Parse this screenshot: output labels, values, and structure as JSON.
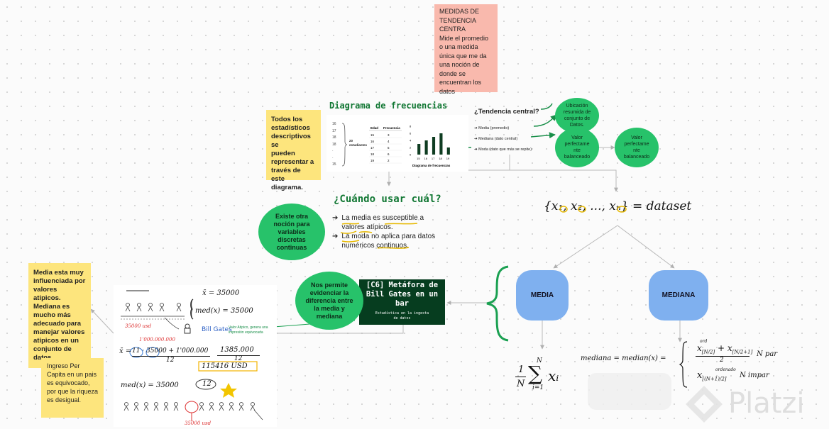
{
  "notes": {
    "medidas": "MEDIDAS DE\nTENDENCIA\nCENTRA\nMide el promedio\no una medida\núnica que me da\nuna noción de\ndonde se\nencuentran los\ndatos",
    "todos": "Todos los\nestadísticos\ndescriptivos se\npueden\nrepresentar a\ntravés de este\ndiagrama.",
    "media_info": "Media esta muy\ninfluenciada por\nvalores atipicos.\nMediana es\nmucho más\nadecuado para\nmanejar valores\natipicos en un\nconjunto de\ndatos.",
    "ingreso": "Ingreso Per\nCapita en un pais\nes equivocado,\npor que la riqueza\nes desigual."
  },
  "freq": {
    "title": "Diagrama de frecuencias",
    "estudiantes": "20\nestudiantes",
    "left_values": [
      "16",
      "17",
      "18",
      "18",
      "·",
      "·",
      "15"
    ],
    "table_headers": [
      "Edad",
      "Frecuencia"
    ],
    "table_rows": [
      [
        "15",
        "3"
      ],
      [
        "16",
        "4"
      ],
      [
        "17",
        "5"
      ],
      [
        "18",
        "6"
      ],
      [
        "19",
        "2"
      ]
    ],
    "y_ticks": [
      "8",
      "6",
      "4",
      "2",
      "0"
    ],
    "x_ticks": [
      "15",
      "16",
      "17",
      "18",
      "19"
    ],
    "bar_values": [
      3,
      4,
      5,
      6,
      2
    ],
    "chart_caption": "Diagrama de frecuencias"
  },
  "tendencia": {
    "question": "¿Tendencia central?",
    "items": [
      "Media (promedio)",
      "Mediana (dato central)",
      "Moda (dato que más se repite)"
    ]
  },
  "circles": {
    "ubicacion": "Ubicación\nresumida de\nconjunto de\nDatos.",
    "valor1": "Valor\nperfectame\nnte\nbalanceado",
    "valor2": "Valor\nperfectame\nnte\nbalanceado",
    "existe": "Existe otra\nnoción para\nvariables\ndiscretas\ncontinuas",
    "nos": "Nos permite\nevidenciar la\ndiferencia entre\nla media y\nmediana"
  },
  "cuando": {
    "title": "¿Cuándo usar cuál?",
    "bullets": [
      "La media es susceptible a valores atípicos.",
      "La moda no aplica para datos numéricos continuos."
    ]
  },
  "dataset": {
    "x1": "x₁",
    "x2": "x₂",
    "dots": ", ..., ",
    "xn": "xₙ",
    "label": "= dataset"
  },
  "nodes": {
    "media": "MEDIA",
    "mediana": "MEDIANA"
  },
  "bill": {
    "title": "[C6] Metáfora de Bill Gates en un bar",
    "sub": "Estadística en la ingesta de datos"
  },
  "handwriting": {
    "xbar": "x̄ = 35000",
    "med": "med(x) = 35000",
    "label_35000_top": "35000 usd",
    "bill_gates": "Bill Gates",
    "valor_atipico": "Valor Atipico, genera una impresión equivocada",
    "thousand_million": "1'000.000.000",
    "xbar_expr_lhs": "x̄ =",
    "xbar_expr": "11 · 35000 + 1'000.000",
    "den": "12",
    "result_num": "1385.000",
    "result_den": "12",
    "result_final": "115416 USD",
    "med_bottom": "med(x) = 35000",
    "twelve": "12",
    "label_35000_bottom": "35000 usd",
    "formula_mediana": "mediana = median(x) =",
    "n_par": "N par",
    "n_impar": "N impar",
    "dos": "2",
    "ordenado1": "ord",
    "ordenado2": "ordenado",
    "n_top": "N",
    "n_frac": "1",
    "n_den": "N",
    "sum_sub": "i=1",
    "sum_var": "xᵢ"
  },
  "brand": {
    "name": "Platzi"
  },
  "colors": {
    "green": "#27c26a",
    "blue": "#7fb0ef",
    "pink": "#f9b9ad",
    "yellow": "#fde57d",
    "dark_green": "#063d1f"
  }
}
